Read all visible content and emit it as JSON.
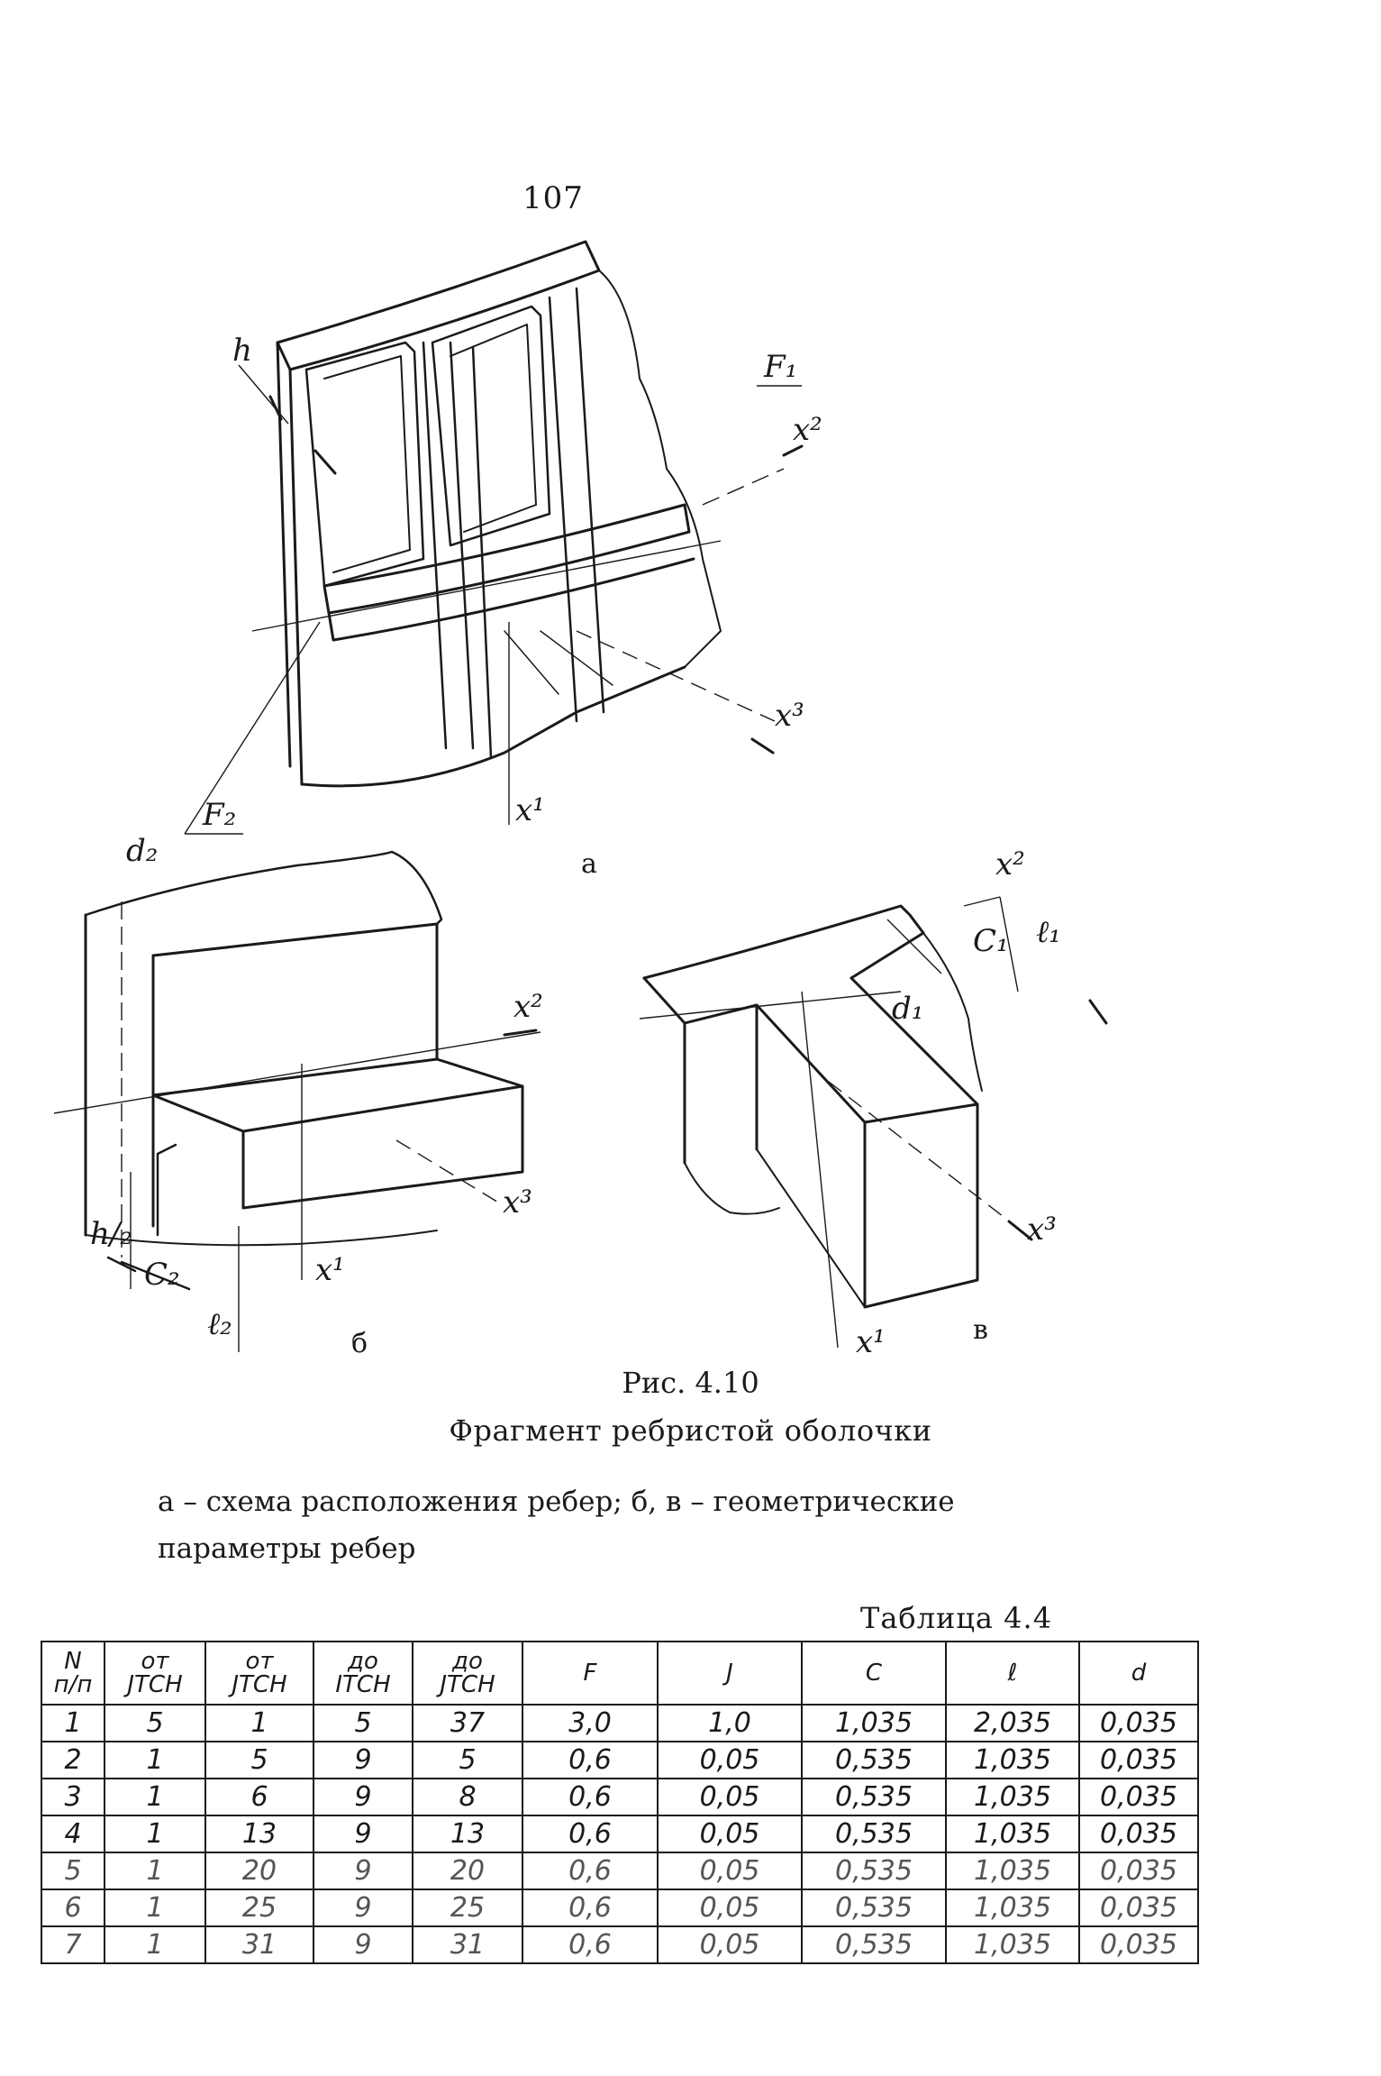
{
  "page_number": "107",
  "figure": {
    "label_a": "а",
    "label_b": "б",
    "label_c": "в",
    "h": "h",
    "F1": "F₁",
    "F2": "F₂",
    "x1_a": "x¹",
    "x2_a": "x²",
    "x3_a": "x³",
    "d2": "d₂",
    "h2": "h/₂",
    "c2": "C₂",
    "l2": "ℓ₂",
    "x1_b": "x¹",
    "x2_b": "x²",
    "x3_b": "x³",
    "c1": "C₁",
    "l1": "ℓ₁",
    "d1": "d₁",
    "x1_c": "x¹",
    "x2_c": "x²",
    "x3_c": "x³"
  },
  "caption": {
    "title": "Рис. 4.10",
    "subtitle": "Фрагмент ребристой оболочки",
    "legend_line1": "а – схема расположения ребер; б, в – геометрические",
    "legend_line2": "параметры ребер"
  },
  "table": {
    "caption": "Таблица 4.4",
    "headers": [
      [
        "N",
        "п/п"
      ],
      [
        "от",
        "ЈТСН"
      ],
      [
        "от",
        "ЈТСН"
      ],
      [
        "до",
        "ІТСН"
      ],
      [
        "до",
        "ЈТСН"
      ],
      [
        "F",
        ""
      ],
      [
        "J",
        ""
      ],
      [
        "C",
        ""
      ],
      [
        "ℓ",
        ""
      ],
      [
        "d",
        ""
      ]
    ],
    "rows": [
      [
        "1",
        "5",
        "1",
        "5",
        "37",
        "3,0",
        "1,0",
        "1,035",
        "2,035",
        "0,035"
      ],
      [
        "2",
        "1",
        "5",
        "9",
        "5",
        "0,6",
        "0,05",
        "0,535",
        "1,035",
        "0,035"
      ],
      [
        "3",
        "1",
        "6",
        "9",
        "8",
        "0,6",
        "0,05",
        "0,535",
        "1,035",
        "0,035"
      ],
      [
        "4",
        "1",
        "13",
        "9",
        "13",
        "0,6",
        "0,05",
        "0,535",
        "1,035",
        "0,035"
      ],
      [
        "5",
        "1",
        "20",
        "9",
        "20",
        "0,6",
        "0,05",
        "0,535",
        "1,035",
        "0,035"
      ],
      [
        "6",
        "1",
        "25",
        "9",
        "25",
        "0,6",
        "0,05",
        "0,535",
        "1,035",
        "0,035"
      ],
      [
        "7",
        "1",
        "31",
        "9",
        "31",
        "0,6",
        "0,05",
        "0,535",
        "1,035",
        "0,035"
      ]
    ]
  }
}
